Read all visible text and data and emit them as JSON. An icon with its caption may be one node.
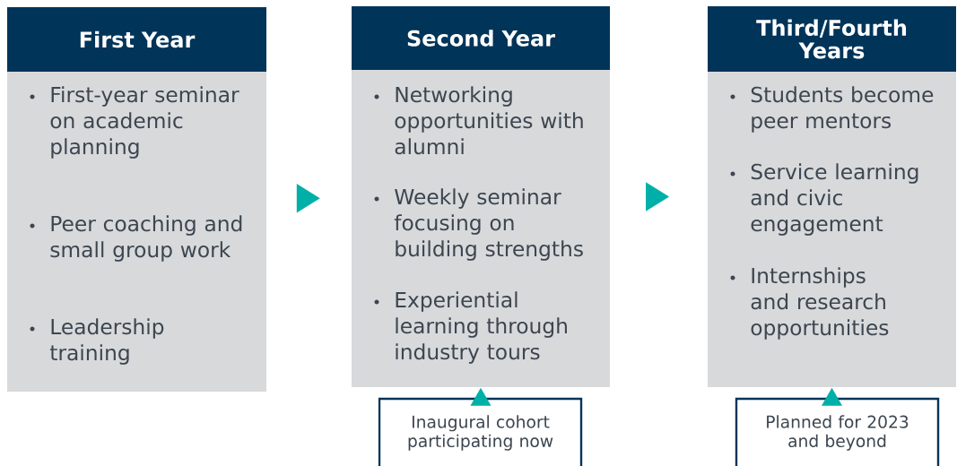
{
  "diagram": {
    "nodes": [
      {
        "text": [
          "First Year",
          "First-year seminar on academic planning",
          "Peer coaching and small group work",
          "Leadership training"
        ]
      },
      {
        "text": [
          "Second Year",
          "Networking opportunities with alumni",
          "Weekly seminar focusing on building strengths",
          "Experiential learning through industry tours"
        ]
      },
      {
        "text": [
          "Third/Fourth Years",
          "Students become peer mentors",
          "Service learning and civic engagement",
          "Internships and research opportunities"
        ]
      },
      {
        "text": [
          "Inaugural cohort participating now"
        ]
      },
      {
        "text": [
          "Planned for 2023 and beyond"
        ]
      }
    ],
    "edges": [
      {
        "from": 0,
        "to": 1,
        "arrow": "to"
      },
      {
        "from": 1,
        "to": 2,
        "arrow": "to"
      },
      {
        "from": 3,
        "to": 1,
        "arrow": "to"
      },
      {
        "from": 4,
        "to": 2,
        "arrow": "to"
      }
    ]
  }
}
